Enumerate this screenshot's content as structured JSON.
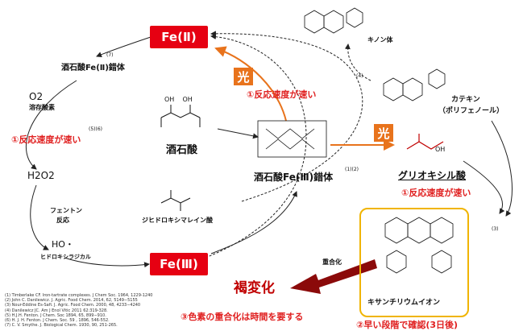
{
  "fe2": "Fe(Ⅱ)",
  "fe3": "Fe(Ⅲ)",
  "fe2_complex": "酒石酸Fe(Ⅱ)錯体",
  "fe2_complex_ref": "(7)",
  "o2": "O2",
  "o2_label": "溶存酸素",
  "refs_56": "(5)(6)",
  "rate_fast_left": "①反応速度が速い",
  "h2o2": "H2O2",
  "fenton": [
    "フェントン",
    "反応"
  ],
  "ho": "HO・",
  "ho_label": "ヒドロキシラジカル",
  "tartaric": "酒石酸",
  "fe3_complex": "酒石酸Fe(Ⅲ)錯体",
  "fe3_complex_ref": "(1)(2)",
  "light1": "光",
  "light2": "光",
  "rate_fast_top": "①反応速度が速い",
  "dhm": "ジヒドロキシマレイン酸",
  "glyoxylic": "グリオキシル酸",
  "rate_fast_glyox": "①反応速度が速い",
  "quinone": "キノン体",
  "catechin": [
    "カテキン",
    "（ポリフェノール）"
  ],
  "ref4": "(4)",
  "ref3": "(3)",
  "xanthylium": "キサンチリウムイオン",
  "confirm": "②早い段階で確認(3日後)",
  "polymerization": "重合化",
  "browning": "褐変化",
  "polymer_time": "③色素の重合化は時間を要する",
  "references": [
    "(1)    Timberlake CF. Iron-tartrate complexes. J Chem Soc. 1964, 1229-1240",
    "(2)    John C. Danilewicz. J. Agric. Food Chem. 2014, 62, 5149−5155",
    "(3)    Nour-Eddine Es-Safi. J. Agric. Food Chem. 2000, 48, 4233−4240",
    "(4)    Danilewicz JC. Am J Enol Vitic 2011 62:319-328.",
    "(5)    H.J.H. Fenton. J Chem. Soc 1894, 65, 899−910.",
    "(6)    H. J. H. Fenton. J Chem. Soc. 59 , 1896, 546-552.",
    "(7)    C. V. Smythe. J. Biological Chem. 1930, 90, 251-265."
  ],
  "colors": {
    "red": "#e60012",
    "orange": "#e8731c",
    "dark_red": "#8b0a0a",
    "gold": "#f0b400"
  }
}
